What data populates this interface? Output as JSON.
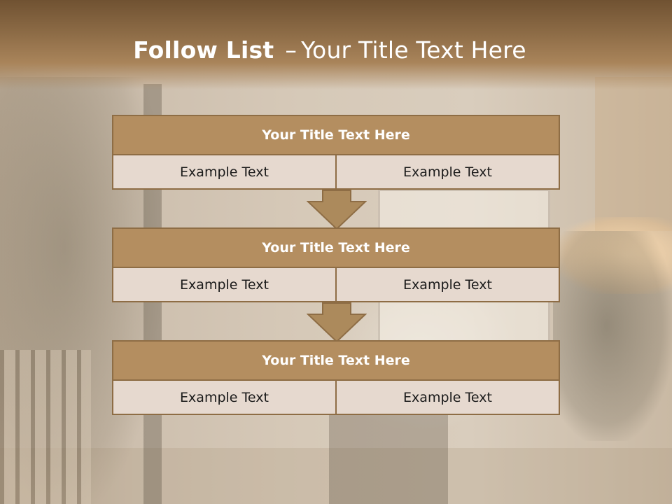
{
  "slide": {
    "title_bold": "Follow List",
    "title_dash": "–",
    "title_rest": "Your Title Text Here"
  },
  "blocks": [
    {
      "title": "Your Title Text Here",
      "left": "Example Text",
      "right": "Example Text"
    },
    {
      "title": "Your Title Text Here",
      "left": "Example Text",
      "right": "Example Text"
    },
    {
      "title": "Your Title Text Here",
      "left": "Example Text",
      "right": "Example Text"
    }
  ],
  "colors": {
    "header": "#8b6a45",
    "block_head": "#b48e60",
    "block_border": "#8e6d45",
    "cell": "#e6d9cf",
    "arrow": "#ac8a5c"
  }
}
